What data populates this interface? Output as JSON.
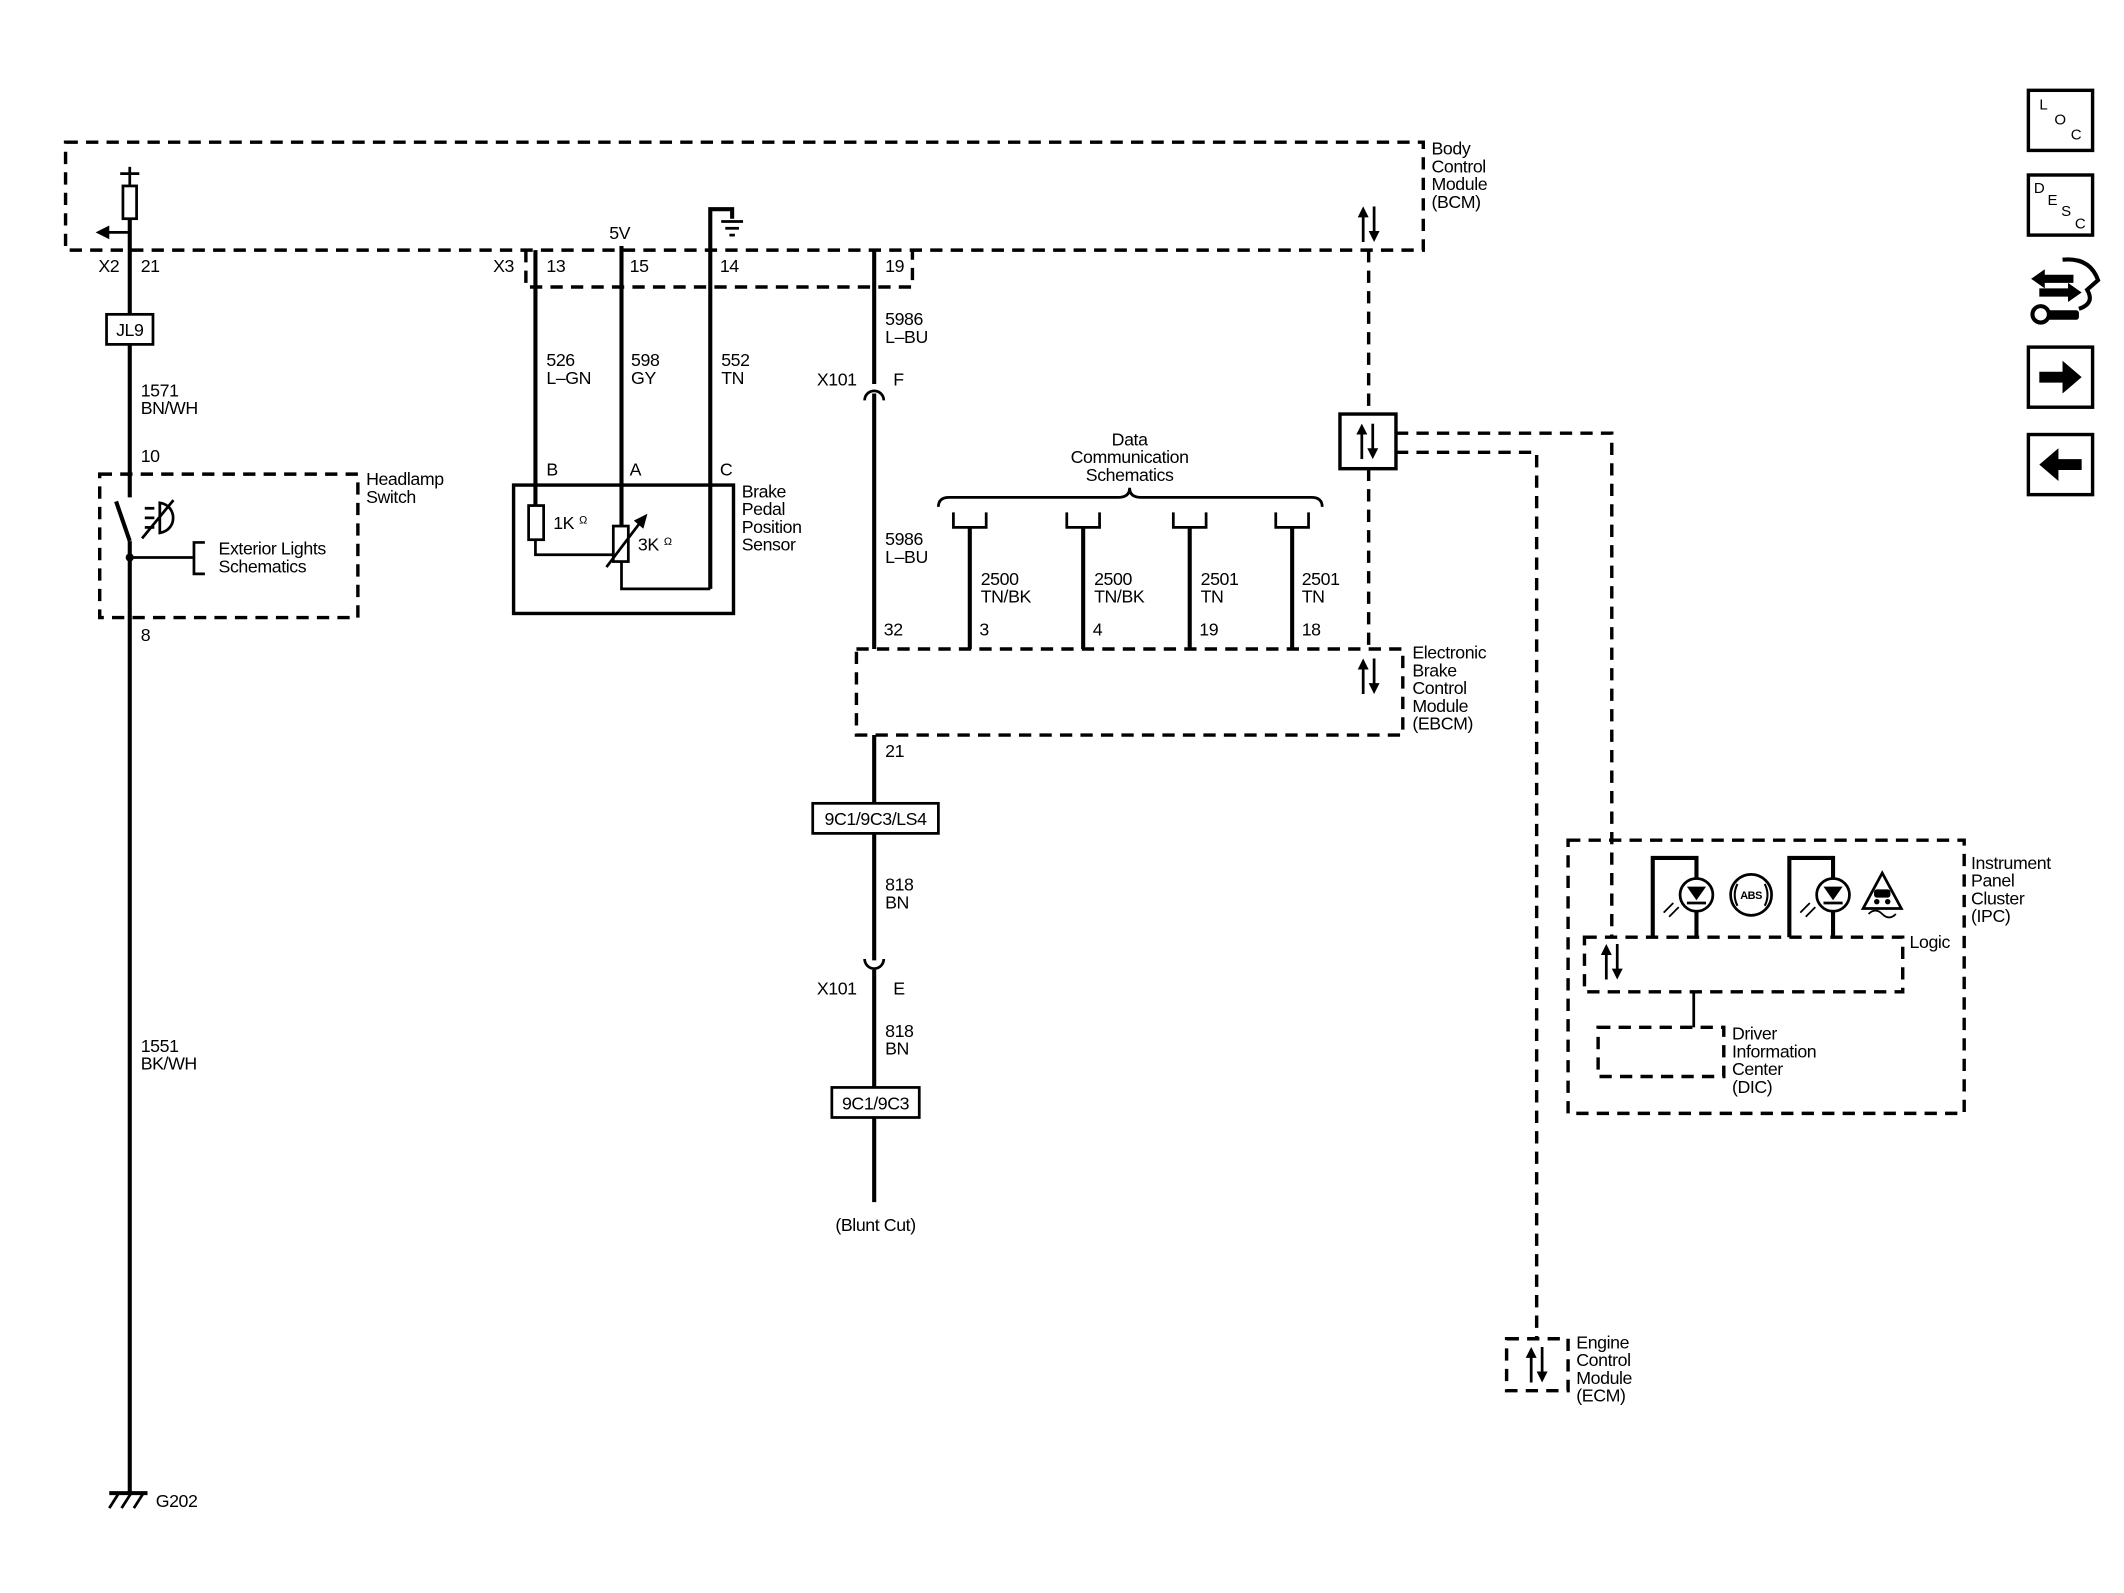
{
  "colors": {
    "ink": "#000000",
    "background": "#ffffff"
  },
  "bcm": {
    "label": [
      "Body",
      "Control",
      "Module",
      "(BCM)"
    ],
    "x2": {
      "connector": "X2",
      "pin": "21"
    },
    "x3": {
      "connector": "X3",
      "pins": [
        "13",
        "15",
        "14",
        "19"
      ]
    },
    "reference_voltage": "5V"
  },
  "headlamp": {
    "jumper": "JL9",
    "wire_upper": {
      "circuit": "1571",
      "color": "BN/WH"
    },
    "pin_in": "10",
    "switch_label": [
      "Headlamp",
      "Switch"
    ],
    "link": [
      "Exterior Lights",
      "Schematics"
    ],
    "pin_out": "8",
    "wire_lower": {
      "circuit": "1551",
      "color": "BK/WH"
    },
    "ground": "G202"
  },
  "brake_pedal_sensor": {
    "label": [
      "Brake",
      "Pedal",
      "Position",
      "Sensor"
    ],
    "wires": [
      {
        "circuit": "526",
        "color": "L–GN",
        "terminal": "B"
      },
      {
        "circuit": "598",
        "color": "GY",
        "terminal": "A"
      },
      {
        "circuit": "552",
        "color": "TN",
        "terminal": "C"
      }
    ],
    "resistor_1": "1K",
    "resistor_2": "3K",
    "ohm": "Ω"
  },
  "ebcm_signal": {
    "wire_upper": {
      "circuit": "5986",
      "color": "L–BU"
    },
    "inline_f": {
      "connector": "X101",
      "cavity": "F"
    },
    "wire_lower": {
      "circuit": "5986",
      "color": "L–BU"
    },
    "pin": "32"
  },
  "data_comm": {
    "label": [
      "Data",
      "Communication",
      "Schematics"
    ],
    "wires": [
      {
        "circuit": "2500",
        "color": "TN/BK",
        "pin": "3"
      },
      {
        "circuit": "2500",
        "color": "TN/BK",
        "pin": "4"
      },
      {
        "circuit": "2501",
        "color": "TN",
        "pin": "19"
      },
      {
        "circuit": "2501",
        "color": "TN",
        "pin": "18"
      }
    ]
  },
  "ebcm": {
    "label": [
      "Electronic",
      "Brake",
      "Control",
      "Module",
      "(EBCM)"
    ],
    "pin_out": "21"
  },
  "ground_circuit": {
    "option_1": "9C1/9C3/LS4",
    "wire_1": {
      "circuit": "818",
      "color": "BN"
    },
    "inline_e": {
      "connector": "X101",
      "cavity": "E"
    },
    "wire_2": {
      "circuit": "818",
      "color": "BN"
    },
    "option_2": "9C1/9C3",
    "end": "(Blunt Cut)"
  },
  "ipc": {
    "label": [
      "Instrument",
      "Panel",
      "Cluster",
      "(IPC)"
    ],
    "logic": "Logic",
    "dic": [
      "Driver",
      "Information",
      "Center",
      "(DIC)"
    ],
    "abs_icon": "ABS"
  },
  "ecm": {
    "label": [
      "Engine",
      "Control",
      "Module",
      "(ECM)"
    ]
  },
  "nav": {
    "loc": [
      "L",
      "O",
      "C"
    ],
    "desc": [
      "D",
      "E",
      "S",
      "C"
    ],
    "icons": [
      "loc-icon",
      "desc-icon",
      "connector-repair-icon",
      "right-arrow-icon",
      "left-arrow-icon"
    ]
  },
  "icons": [
    "fuse-icon",
    "ground-icon",
    "headlamp-icon",
    "led-icon",
    "abs-icon",
    "stability-warning-icon",
    "bidirectional-arrows-icon"
  ]
}
